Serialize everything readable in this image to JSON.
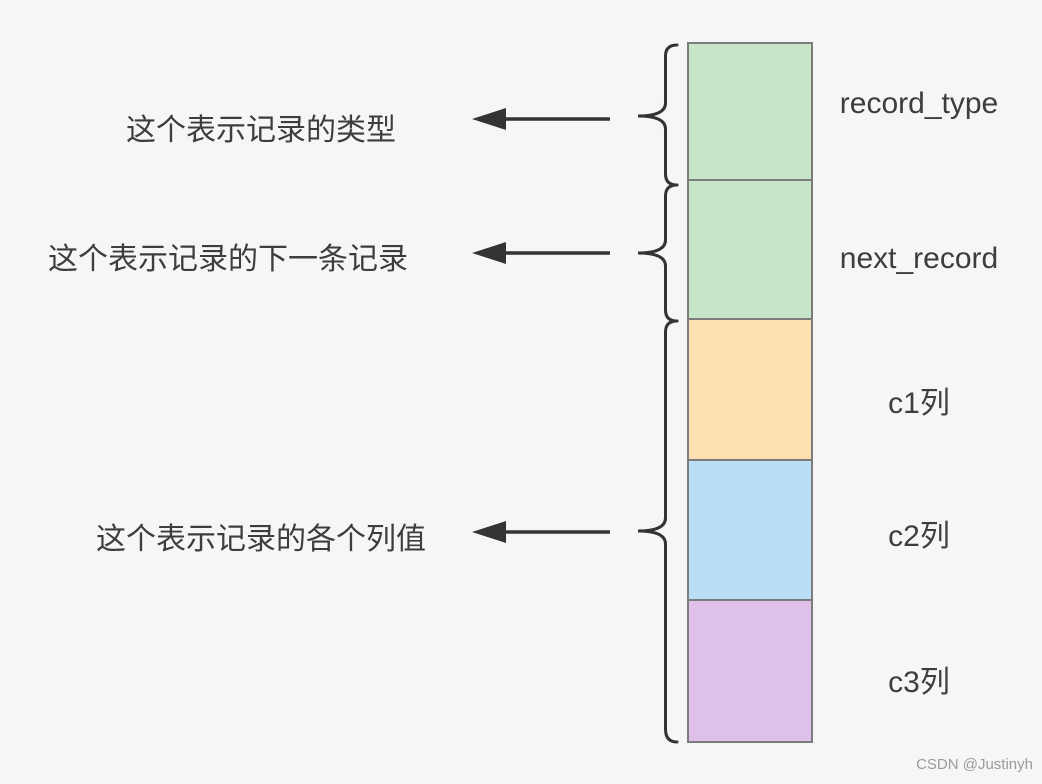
{
  "diagram": {
    "boxes": [
      {
        "label": "record_type",
        "color": "#c6e5c9"
      },
      {
        "label": "next_record",
        "color": "#c6e5c9"
      },
      {
        "label": "c1列",
        "color": "#fee0b0"
      },
      {
        "label": "c2列",
        "color": "#badef8"
      },
      {
        "label": "c3列",
        "color": "#dec0e8"
      }
    ],
    "annotations": [
      {
        "text": "这个表示记录的类型",
        "points_to": "record_type"
      },
      {
        "text": "这个表示记录的下一条记录",
        "points_to": "next_record"
      },
      {
        "text": "这个表示记录的各个列值",
        "points_to": "c1列 c2列 c3列"
      }
    ],
    "watermark": "CSDN @Justinyh",
    "colors": {
      "background": "#f6f6f6",
      "box_border": "#7c7c7c",
      "connector": "#333333",
      "text": "#3d3d3d",
      "watermark_text": "#9b9b9b"
    }
  }
}
